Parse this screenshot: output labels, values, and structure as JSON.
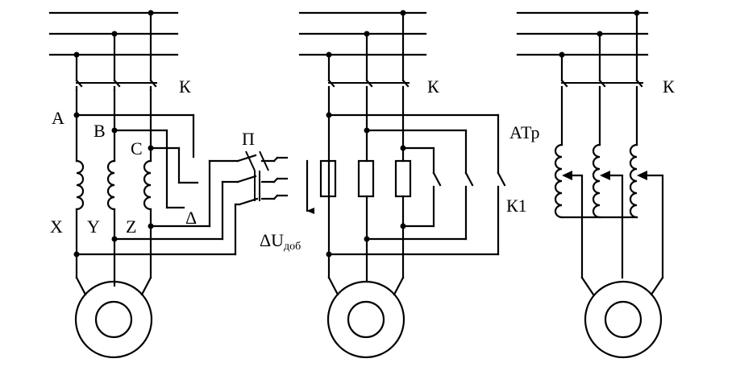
{
  "diagram": {
    "labels": {
      "switch_k": "К",
      "phase_a": "A",
      "phase_b": "B",
      "phase_c": "C",
      "end_x": "X",
      "end_y": "Y",
      "end_z": "Z",
      "delta": "Δ",
      "selector_p": "П",
      "added_voltage_main": "ΔU",
      "added_voltage_sub": "доб",
      "contactor_k1": "К1",
      "autotransformer": "АТр"
    }
  }
}
